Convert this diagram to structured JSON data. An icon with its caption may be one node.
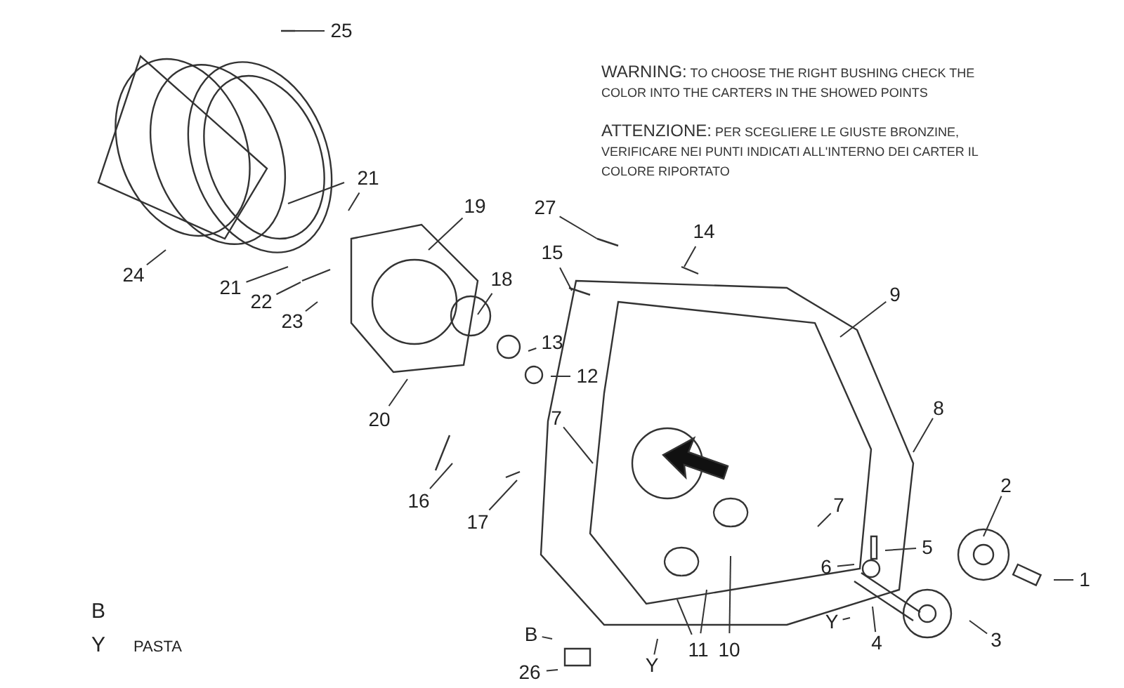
{
  "diagram": {
    "nodes": [
      {
        "text": [
          "25"
        ]
      },
      {
        "text": [
          "21"
        ]
      },
      {
        "text": [
          "19"
        ]
      },
      {
        "text": [
          "24"
        ]
      },
      {
        "text": [
          "21"
        ]
      },
      {
        "text": [
          "22"
        ]
      },
      {
        "text": [
          "23"
        ]
      },
      {
        "text": [
          "18"
        ]
      },
      {
        "text": [
          "27"
        ]
      },
      {
        "text": [
          "15"
        ]
      },
      {
        "text": [
          "14"
        ]
      },
      {
        "text": [
          "9"
        ]
      },
      {
        "text": [
          "13"
        ]
      },
      {
        "text": [
          "12"
        ]
      },
      {
        "text": [
          "20"
        ]
      },
      {
        "text": [
          "8"
        ]
      },
      {
        "text": [
          "7"
        ]
      },
      {
        "text": [
          "16"
        ]
      },
      {
        "text": [
          "17"
        ]
      },
      {
        "text": [
          "7"
        ]
      },
      {
        "text": [
          "2"
        ]
      },
      {
        "text": [
          "5"
        ]
      },
      {
        "text": [
          "6"
        ]
      },
      {
        "text": [
          "1"
        ]
      },
      {
        "text": [
          "Y"
        ]
      },
      {
        "text": [
          "4"
        ]
      },
      {
        "text": [
          "3"
        ]
      },
      {
        "text": [
          "B"
        ]
      },
      {
        "text": [
          "26"
        ]
      },
      {
        "text": [
          "Y"
        ]
      },
      {
        "text": [
          "11"
        ]
      },
      {
        "text": [
          "10"
        ]
      }
    ],
    "edges": [
      {
        "from": 0,
        "to": null,
        "arrow": "none"
      },
      {
        "from": 1,
        "to": null,
        "arrow": "none"
      },
      {
        "from": 2,
        "to": null,
        "arrow": "none"
      },
      {
        "from": 3,
        "to": null,
        "arrow": "none"
      },
      {
        "from": 4,
        "to": null,
        "arrow": "none"
      },
      {
        "from": 5,
        "to": null,
        "arrow": "none"
      },
      {
        "from": 6,
        "to": null,
        "arrow": "none"
      },
      {
        "from": 7,
        "to": null,
        "arrow": "none"
      },
      {
        "from": 8,
        "to": null,
        "arrow": "none"
      },
      {
        "from": 9,
        "to": null,
        "arrow": "none"
      },
      {
        "from": 10,
        "to": null,
        "arrow": "none"
      },
      {
        "from": 11,
        "to": null,
        "arrow": "none"
      },
      {
        "from": 12,
        "to": null,
        "arrow": "none"
      },
      {
        "from": 13,
        "to": null,
        "arrow": "none"
      },
      {
        "from": 14,
        "to": null,
        "arrow": "none"
      },
      {
        "from": 15,
        "to": null,
        "arrow": "none"
      },
      {
        "from": 16,
        "to": null,
        "arrow": "none"
      },
      {
        "from": 17,
        "to": null,
        "arrow": "none"
      },
      {
        "from": 18,
        "to": null,
        "arrow": "none"
      },
      {
        "from": 19,
        "to": null,
        "arrow": "none"
      },
      {
        "from": 20,
        "to": null,
        "arrow": "none"
      },
      {
        "from": 21,
        "to": null,
        "arrow": "none"
      },
      {
        "from": 22,
        "to": null,
        "arrow": "none"
      },
      {
        "from": 23,
        "to": null,
        "arrow": "none"
      },
      {
        "from": 24,
        "to": null,
        "arrow": "none"
      },
      {
        "from": 25,
        "to": null,
        "arrow": "none"
      },
      {
        "from": 26,
        "to": null,
        "arrow": "none"
      },
      {
        "from": 27,
        "to": null,
        "arrow": "none"
      },
      {
        "from": 28,
        "to": null,
        "arrow": "none"
      },
      {
        "from": 29,
        "to": null,
        "arrow": "none"
      },
      {
        "from": 30,
        "to": null,
        "arrow": "none"
      },
      {
        "from": 30,
        "to": null,
        "arrow": "none"
      },
      {
        "from": 31,
        "to": null,
        "arrow": "none"
      }
    ],
    "labels": [
      "**WARNING:** TO CHOOSE THE RIGHT BUSHING CHECK THE COLOR INTO THE CARTERS IN THE SHOWED POINTS",
      "**ATTENZIONE:** PER SCEGLIERE LE GIUSTE BRONZINE, VERIFICARE NEI PUNTI INDICATI ALL'INTERNO DEI CARTER IL COLORE RIPORTATO",
      "B",
      "Y",
      "PASTA"
    ]
  }
}
